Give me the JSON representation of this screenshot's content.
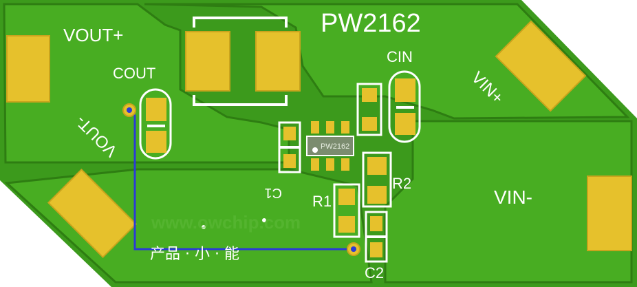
{
  "board": {
    "colors": {
      "background": "#ffffff",
      "pcb_green": "#3c9a1c",
      "copper_pour": "#48ad22",
      "trace_edge": "#2e7d12",
      "pad_gold": "#e6c12c",
      "pad_gold_dark": "#c9a41d",
      "silkscreen": "#ffffff",
      "wire": "#2b3bd6",
      "ic_body": "#7b8c6f"
    },
    "chip_label": "PW2162",
    "ic_marking": "PW2162",
    "labels": {
      "vout_plus": "VOUT+",
      "vout_minus": "VOUT-",
      "vin_plus": "VIN+",
      "vin_minus": "VIN-",
      "cout": "COUT",
      "cin": "CIN",
      "c1": "C1",
      "c2": "C2",
      "r1": "R1",
      "r2": "R2"
    },
    "watermark": "www.owchip.com",
    "footer_text": "产品 · 小 · 能"
  }
}
